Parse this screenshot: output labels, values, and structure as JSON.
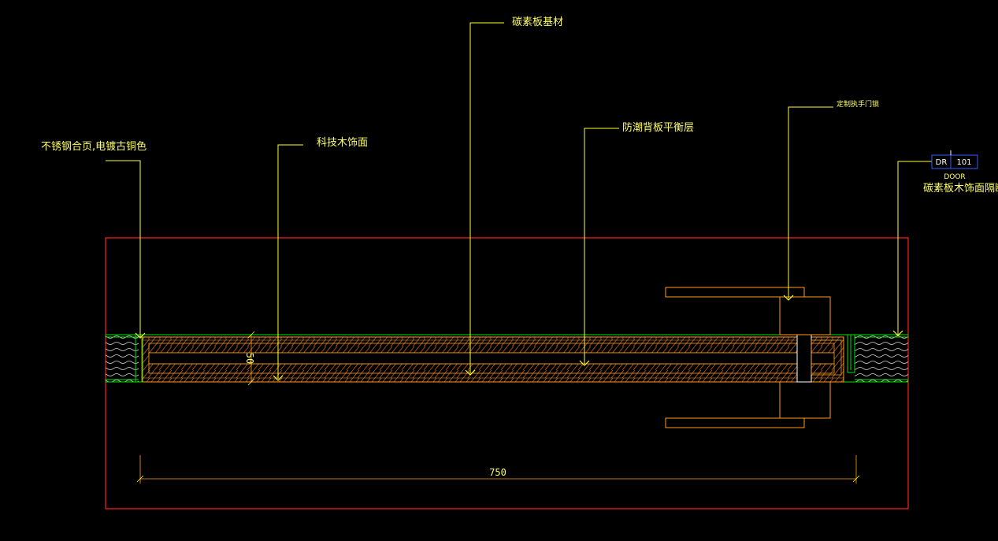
{
  "colors": {
    "background": "#000000",
    "frame": "#ff2020",
    "leader": "#ffff33",
    "panel": "#ff9a1a",
    "green": "#00e000",
    "wall": "#ffffff",
    "tag": "#3a5cff"
  },
  "labels": {
    "hinge": "不锈钢合页,电镀古铜色",
    "veneer": "科技木饰面",
    "substrate": "碳素板基材",
    "balance": "防潮背板平衡层",
    "handle": "定制执手门锁",
    "partition": "碳素板木饰面隔断"
  },
  "door_tag": {
    "code": "DR",
    "number": "101",
    "type": "DOOR"
  },
  "dimensions": {
    "width": "750",
    "thickness": "50"
  }
}
